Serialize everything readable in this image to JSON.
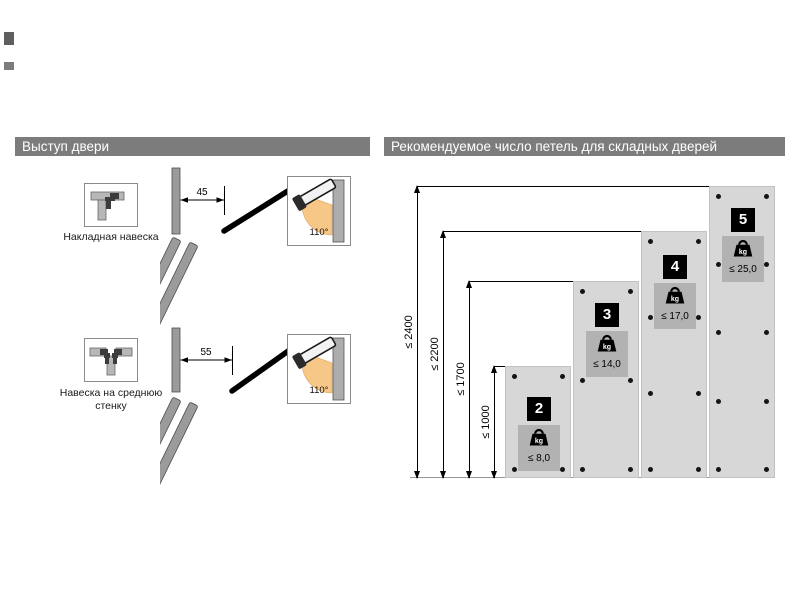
{
  "left_section": {
    "header": "Выступ двери",
    "diagrams": [
      {
        "label": "Накладная навеска",
        "dimension": "45",
        "detail_angle": "110°"
      },
      {
        "label": "Навеска на среднюю стенку",
        "dimension": "55",
        "detail_angle": "110°"
      }
    ]
  },
  "right_section": {
    "header": "Рекомендуемое число петель для складных дверей",
    "kg_label": "kg",
    "doors": [
      {
        "hinge_count": "2",
        "max_weight": "≤ 8,0",
        "max_height": "≤ 1000"
      },
      {
        "hinge_count": "3",
        "max_weight": "≤ 14,0",
        "max_height": "≤ 1700"
      },
      {
        "hinge_count": "4",
        "max_weight": "≤ 17,0",
        "max_height": "≤ 2200"
      },
      {
        "hinge_count": "5",
        "max_weight": "≤ 25,0",
        "max_height": "≤ 2400"
      }
    ]
  },
  "colors": {
    "header_bg": "#7c7c7c",
    "door_panel": "#d7d7d7",
    "angle_wedge": "#f7c787",
    "badge_bg": "#000000",
    "kg_box_bg": "#b2b2b2"
  }
}
